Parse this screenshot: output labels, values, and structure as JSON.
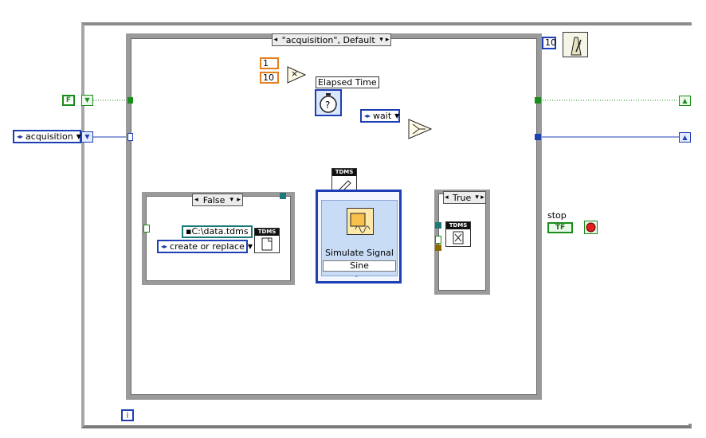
{
  "outer_case": {
    "selector_label": "\"acquisition\", Default"
  },
  "wait_timer": {
    "value": "10"
  },
  "multiply": {
    "input_a": "1",
    "input_b": "10",
    "operator": "×"
  },
  "elapsed_time": {
    "label": "Elapsed Time"
  },
  "boolean_in": {
    "value": "F"
  },
  "state_enum_in": {
    "value": "acquisition"
  },
  "wait_enum": {
    "value": "wait"
  },
  "false_case": {
    "selector_label": "False"
  },
  "true_case": {
    "selector_label": "True"
  },
  "file_path": {
    "value": "C:\\data.tdms"
  },
  "file_op_enum": {
    "value": "create or replace"
  },
  "tdms_label": "TDMS",
  "simulate_signal": {
    "title": "Simulate Signal",
    "signal_type": "Sine"
  },
  "stop": {
    "label": "stop",
    "tf": "TF"
  },
  "iteration": {
    "label": "i"
  },
  "colors": {
    "boolean_wire": "#1a8c1a",
    "enum_wire": "#1e3fb3",
    "numeric_wire": "#e67e1e",
    "dynamic_wire": "#b8a000",
    "refnum_wire": "#1a7a7a"
  },
  "icons": [
    "selector-arrows-icon",
    "stopwatch-icon",
    "metronome-icon",
    "tdms-pencil-icon",
    "tdms-close-icon",
    "tdms-open-icon",
    "simulate-signal-icon",
    "stop-icon",
    "iteration-icon"
  ]
}
